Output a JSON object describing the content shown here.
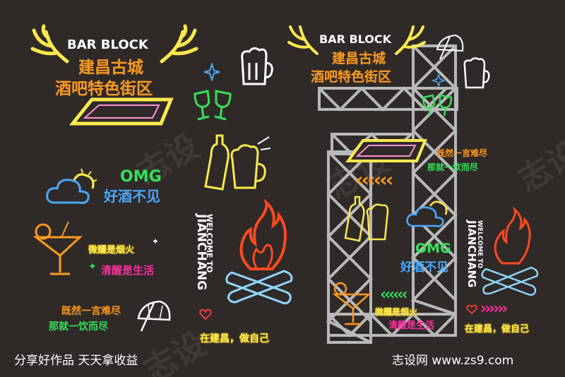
{
  "left": {
    "brand": "BAR BLOCK",
    "title_line1": "建昌古城",
    "title_line2": "酒吧特色街区",
    "omg": "OMG",
    "omg_sub": "好酒不见",
    "slogan1": "微醺是烟火",
    "slogan2": "清醒是生活",
    "slogan3": "既然一言难尽",
    "slogan4": "那就一饮而尽",
    "welcome": "WELCOME TO",
    "city": "JIANCHANG",
    "tagline": "在建昌，做自己"
  },
  "right": {
    "brand": "BAR BLOCK",
    "title_line1": "建昌古城",
    "title_line2": "酒吧特色街区",
    "slogan3": "既然一言难尽",
    "slogan4": "那就一饮而尽",
    "omg": "OMG",
    "omg_sub": "好酒不见",
    "welcome": "WELCOME TO",
    "city": "JIANCHANG",
    "slogan1": "微醺是烟火",
    "slogan2": "清醒是生活",
    "tagline": "在建昌，做自己"
  },
  "footer": {
    "left_text": "分享好作品 天天拿收益",
    "right_text": "志设网 www.zs9.com"
  },
  "watermark": "志设",
  "colors": {
    "background": "#2f2a28",
    "neon_yellow": "#ffe94d",
    "neon_orange": "#ff9a1f",
    "neon_green": "#35e05a",
    "neon_blue": "#4aa8ff",
    "neon_pink": "#ff2fa0",
    "fire_red": "#ff4a1f",
    "truss_gray": "#b9b9b9"
  },
  "icons": [
    "antler-icon",
    "beer-mug-icon",
    "sparkle-icon",
    "wine-glasses-icon",
    "beer-bottle-cheers-icon",
    "cloud-sun-icon",
    "cocktail-icon",
    "umbrella-icon",
    "fire-icon",
    "heart-icon",
    "chevron-arrow-icon"
  ]
}
